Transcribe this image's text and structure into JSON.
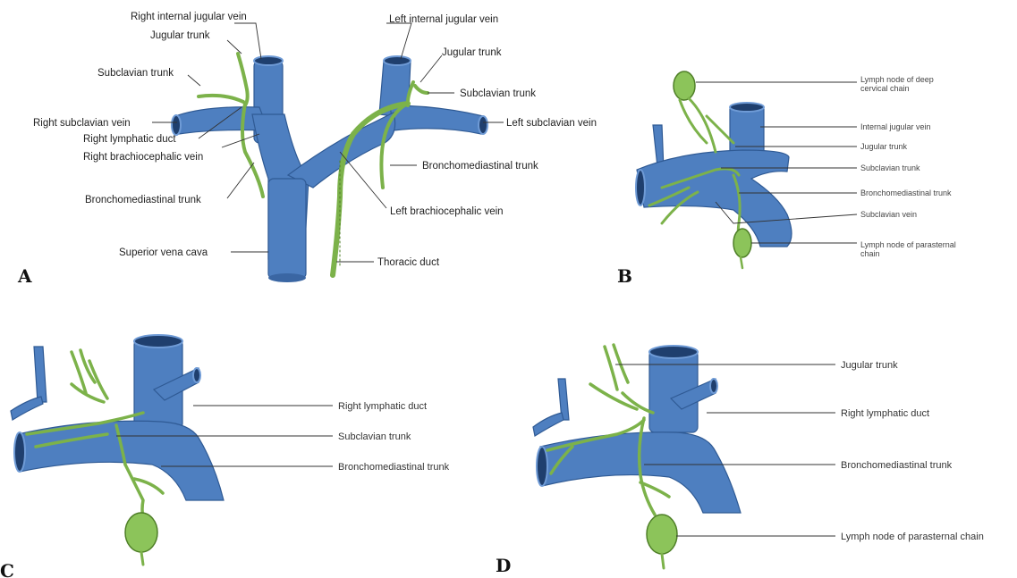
{
  "panels": {
    "A": {
      "letter": "A",
      "labels": {
        "right_internal_jugular_vein": "Right internal jugular vein",
        "jugular_trunk_right": "Jugular trunk",
        "subclavian_trunk_right": "Subclavian trunk",
        "right_subclavian_vein": "Right subclavian vein",
        "right_lymphatic_duct": "Right lymphatic duct",
        "right_brachiocephalic_vein": "Right brachiocephalic vein",
        "bronchomediastinal_trunk_right": "Bronchomediastinal trunk",
        "superior_vena_cava": "Superior vena cava",
        "left_internal_jugular_vein": "Left internal jugular vein",
        "jugular_trunk_left": "Jugular trunk",
        "subclavian_trunk_left": "Subclavian trunk",
        "left_subclavian_vein": "Left subclavian vein",
        "bronchomediastinal_trunk_left": "Bronchomediastinal trunk",
        "left_brachiocephalic_vein": "Left brachiocephalic vein",
        "thoracic_duct": "Thoracic duct"
      }
    },
    "B": {
      "letter": "B",
      "labels": {
        "node_deep_cervical_1": "Lymph node of deep",
        "node_deep_cervical_2": "cervical chain",
        "internal_jugular_vein": "Internal jugular vein",
        "jugular_trunk": "Jugular trunk",
        "subclavian_trunk": "Subclavian trunk",
        "bronchomediastinal_trunk": "Bronchomediastinal trunk",
        "subclavian_vein": "Subclavian vein",
        "node_parasternal_1": "Lymph node of parasternal",
        "node_parasternal_2": "chain"
      }
    },
    "C": {
      "letter": "C",
      "labels": {
        "right_lymphatic_duct": "Right lymphatic duct",
        "subclavian_trunk": "Subclavian trunk",
        "bronchomediastinal_trunk": "Bronchomediastinal trunk"
      }
    },
    "D": {
      "letter": "D",
      "labels": {
        "jugular_trunk": "Jugular trunk",
        "right_lymphatic_duct": "Right lymphatic duct",
        "bronchomediastinal_trunk": "Bronchomediastinal trunk",
        "node_parasternal_chain": "Lymph node of parasternal chain"
      }
    }
  },
  "colors": {
    "vein": "#4e7fc0",
    "lymphatic": "#7cb24a",
    "background": "#ffffff"
  }
}
